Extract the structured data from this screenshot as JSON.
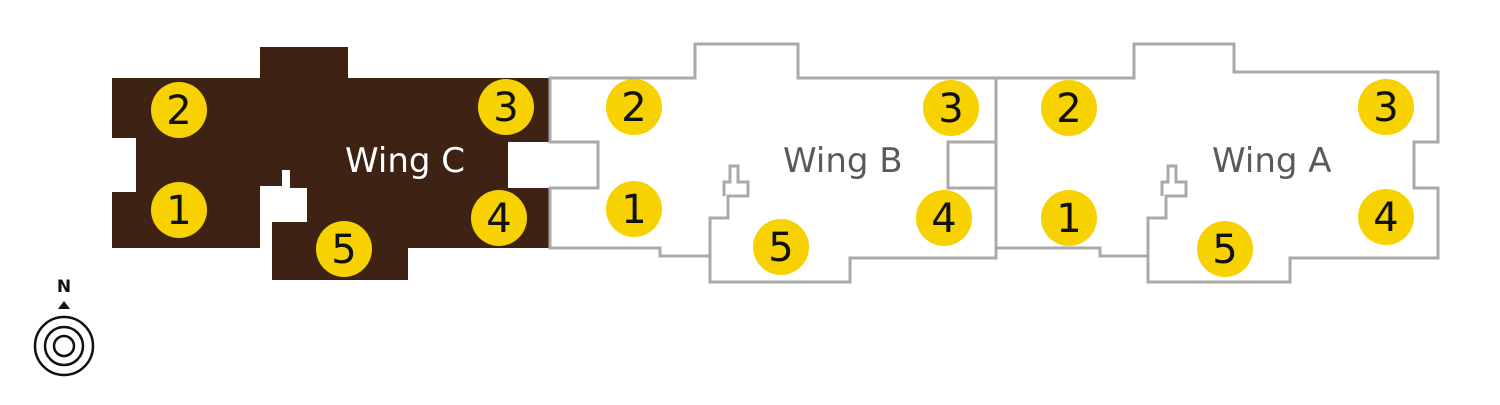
{
  "colors": {
    "selected_wing_fill": "#3e2315",
    "wing_outline": "#a9a9a9",
    "unit_marker": "#f7d100",
    "selected_label": "#ffffff",
    "unselected_label": "#5a5a5a"
  },
  "compass": {
    "label": "N",
    "icon": "north-compass-icon"
  },
  "wings": [
    {
      "label": "Wing C",
      "selected": true,
      "units": [
        "1",
        "2",
        "3",
        "4",
        "5"
      ]
    },
    {
      "label": "Wing B",
      "selected": false,
      "units": [
        "1",
        "2",
        "3",
        "4",
        "5"
      ]
    },
    {
      "label": "Wing A",
      "selected": false,
      "units": [
        "1",
        "2",
        "3",
        "4",
        "5"
      ]
    }
  ]
}
